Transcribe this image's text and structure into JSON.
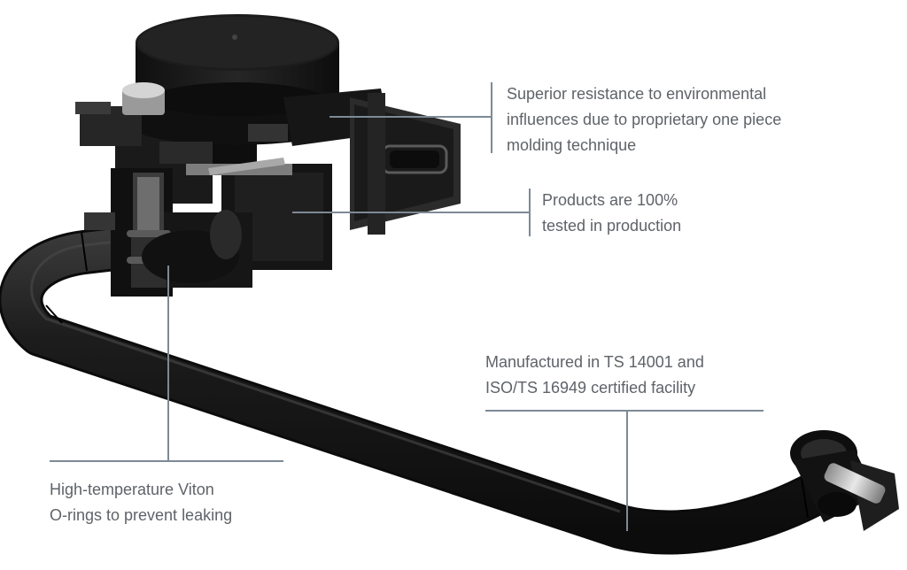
{
  "callouts": {
    "resistance": {
      "line1": "Superior resistance to environmental",
      "line2": "influences due to proprietary one piece",
      "line3": "molding technique"
    },
    "tested": {
      "line1": "Products are 100%",
      "line2": "tested in production"
    },
    "manufactured": {
      "line1": "Manufactured in TS 14001 and",
      "line2": "ISO/TS 16949 certified facility"
    },
    "orings": {
      "line1": "High-temperature Viton",
      "line2": "O-rings to prevent leaking"
    }
  },
  "colors": {
    "leader_line": "#7d8a96",
    "text": "#5f6368",
    "part_body": "#161616",
    "hose": "#1c1c1c"
  }
}
